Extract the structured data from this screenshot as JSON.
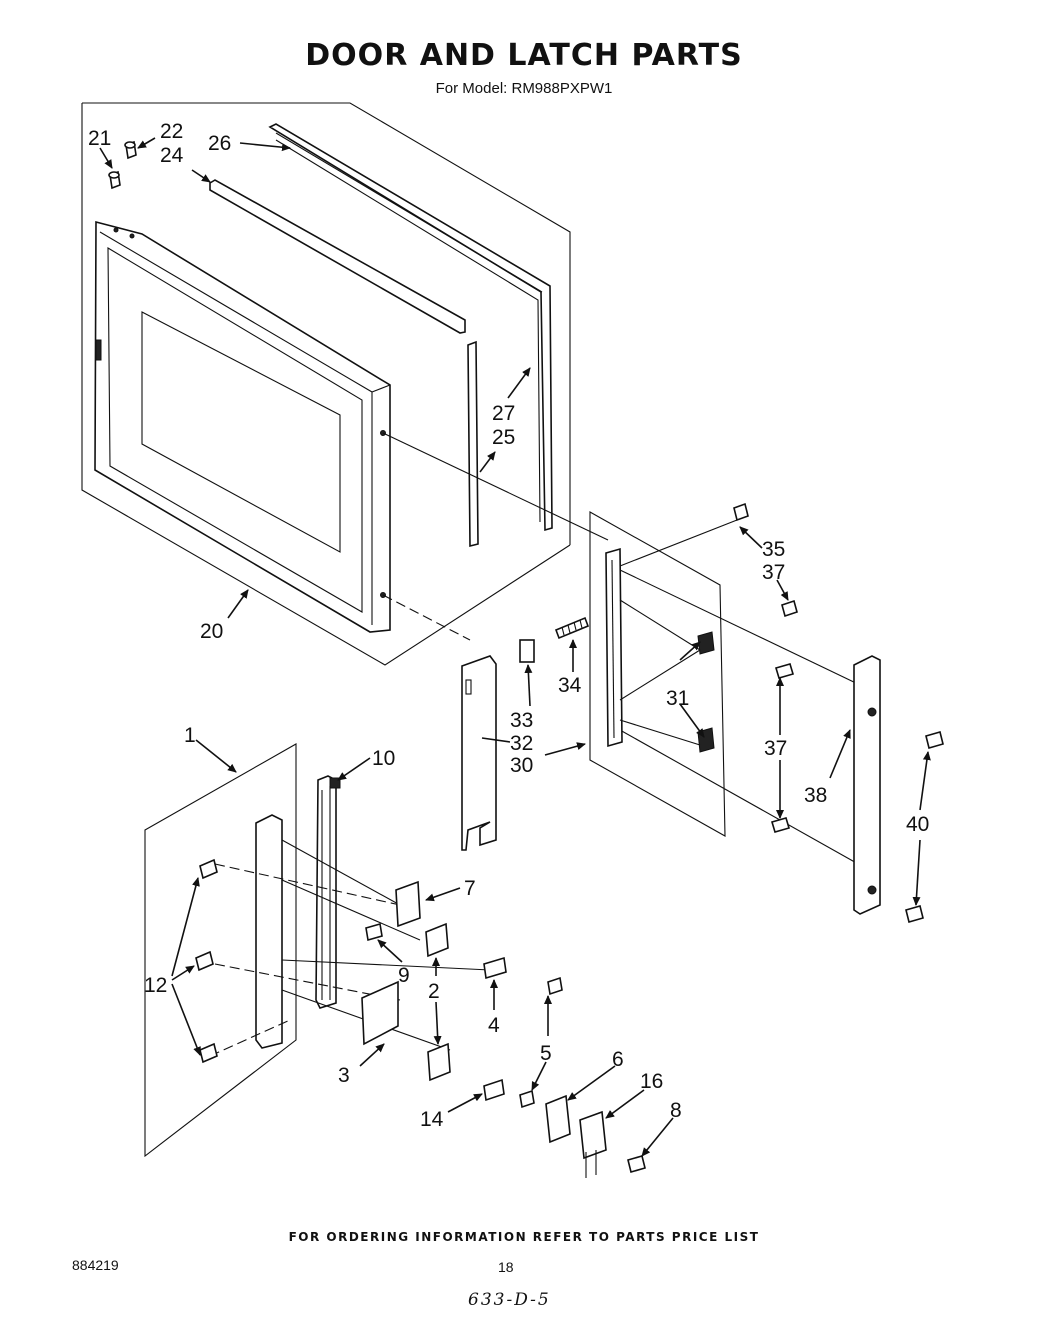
{
  "header": {
    "title": "DOOR AND LATCH PARTS",
    "subtitle": "For Model: RM988PXPW1"
  },
  "footer": {
    "ordering_note": "FOR ORDERING INFORMATION REFER TO PARTS PRICE LIST",
    "doc_number": "884219",
    "page_number": "18",
    "handwritten_code": "633-D-5"
  },
  "callouts": {
    "c1": "1",
    "c2": "2",
    "c3": "3",
    "c4": "4",
    "c5": "5",
    "c6": "6",
    "c7": "7",
    "c8": "8",
    "c9": "9",
    "c10": "10",
    "c12": "12",
    "c14": "14",
    "c16": "16",
    "c20": "20",
    "c21": "21",
    "c22": "22",
    "c24": "24",
    "c25": "25",
    "c26": "26",
    "c27": "27",
    "c30": "30",
    "c31": "31",
    "c32": "32",
    "c33": "33",
    "c34": "34",
    "c35": "35",
    "c37a": "37",
    "c37b": "37",
    "c38": "38",
    "c40": "40"
  }
}
